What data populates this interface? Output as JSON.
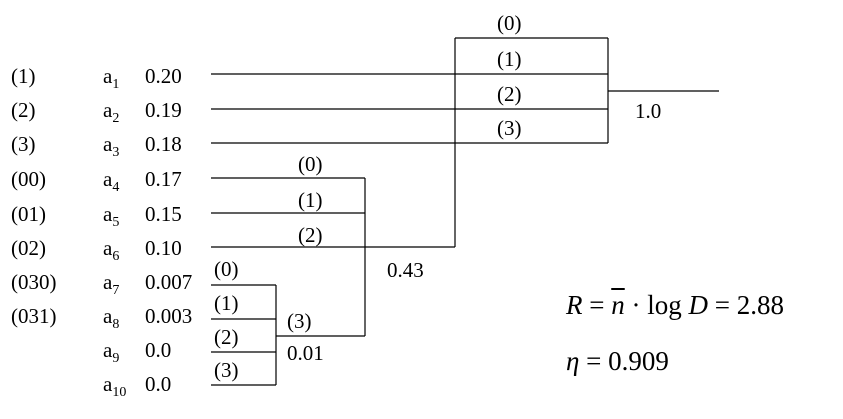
{
  "symbols": [
    {
      "code": "(1)",
      "name": "a",
      "sub": "1",
      "prob": "0.20"
    },
    {
      "code": "(2)",
      "name": "a",
      "sub": "2",
      "prob": "0.19"
    },
    {
      "code": "(3)",
      "name": "a",
      "sub": "3",
      "prob": "0.18"
    },
    {
      "code": "(00)",
      "name": "a",
      "sub": "4",
      "prob": "0.17"
    },
    {
      "code": "(01)",
      "name": "a",
      "sub": "5",
      "prob": "0.15"
    },
    {
      "code": "(02)",
      "name": "a",
      "sub": "6",
      "prob": "0.10"
    },
    {
      "code": "(030)",
      "name": "a",
      "sub": "7",
      "prob": "0.007"
    },
    {
      "code": "(031)",
      "name": "a",
      "sub": "8",
      "prob": "0.003"
    },
    {
      "code": "",
      "name": "a",
      "sub": "9",
      "prob": "0.0"
    },
    {
      "code": "",
      "name": "a",
      "sub": "10",
      "prob": "0.0"
    }
  ],
  "tree": {
    "level1": {
      "branch_labels": [
        "(0)",
        "(1)",
        "(2)",
        "(3)"
      ],
      "sum": "0.01"
    },
    "level2": {
      "branch_labels": [
        "(0)",
        "(1)",
        "(2)",
        "(3)"
      ],
      "sum": "0.43"
    },
    "level3": {
      "branch_labels": [
        "(0)",
        "(1)",
        "(2)",
        "(3)"
      ],
      "sum": "1.0"
    }
  },
  "results": {
    "rate_lhs": "R",
    "rate_eq1": " = ",
    "rate_nbar": "n",
    "rate_mid": " · ",
    "rate_log": "log",
    "rate_D": " D",
    "rate_eq2": " = ",
    "rate_value": "2.88",
    "eff_lhs": "η",
    "eff_eq": " = ",
    "eff_value": "0.909"
  }
}
